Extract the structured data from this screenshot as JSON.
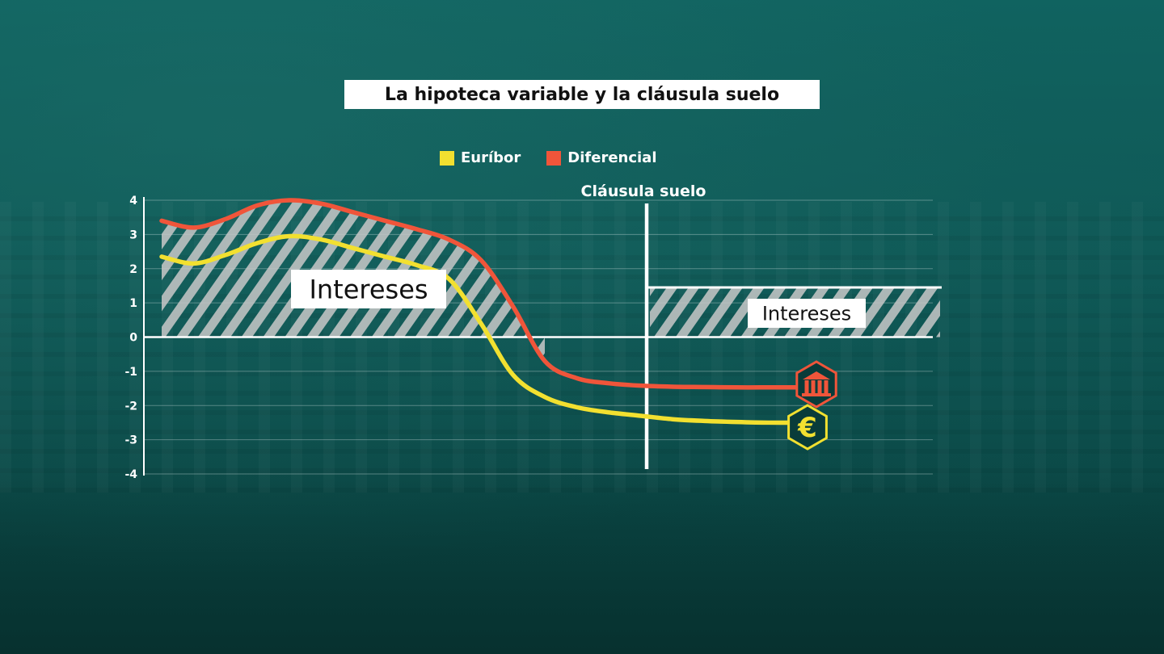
{
  "title": "La hipoteca variable y la cláusula suelo",
  "colors": {
    "euribor": "#f2e030",
    "diferencial": "#f0553a",
    "hatch": "#c8c8c8",
    "background": "#0d5a58"
  },
  "icons": {
    "bank": "bank-icon",
    "euro": "euro-icon"
  },
  "chart_data": {
    "type": "line",
    "title": "La hipoteca variable y la cláusula suelo",
    "xlabel": "",
    "ylabel": "",
    "ylim": [
      -4,
      4
    ],
    "yticks": [
      "4",
      "3",
      "2",
      "1",
      "0",
      "-1",
      "-2",
      "-3",
      "-4"
    ],
    "grid": true,
    "legend_position": "top-center",
    "x": [
      0,
      1,
      2,
      3,
      4,
      5,
      6,
      7,
      8,
      9,
      10,
      11,
      12,
      13,
      14,
      15,
      16,
      17,
      18,
      19,
      20
    ],
    "series": [
      {
        "name": "Euríbor",
        "color": "#f2e030",
        "values": [
          2.35,
          2.15,
          2.4,
          2.75,
          2.95,
          2.85,
          2.6,
          2.35,
          2.1,
          1.7,
          0.4,
          -1.1,
          -1.75,
          -2.05,
          -2.2,
          -2.3,
          -2.4,
          -2.45,
          -2.48,
          -2.5,
          -2.5
        ]
      },
      {
        "name": "Diferencial",
        "color": "#f0553a",
        "values": [
          3.4,
          3.2,
          3.45,
          3.85,
          4.0,
          3.9,
          3.65,
          3.4,
          3.15,
          2.85,
          2.25,
          0.9,
          -0.7,
          -1.2,
          -1.35,
          -1.42,
          -1.45,
          -1.46,
          -1.47,
          -1.47,
          -1.47
        ]
      }
    ],
    "floor": {
      "label": "Cláusula suelo",
      "value": 1.45
    },
    "annotations": {
      "left_interest": "Intereses",
      "right_interest": "Intereses"
    }
  }
}
